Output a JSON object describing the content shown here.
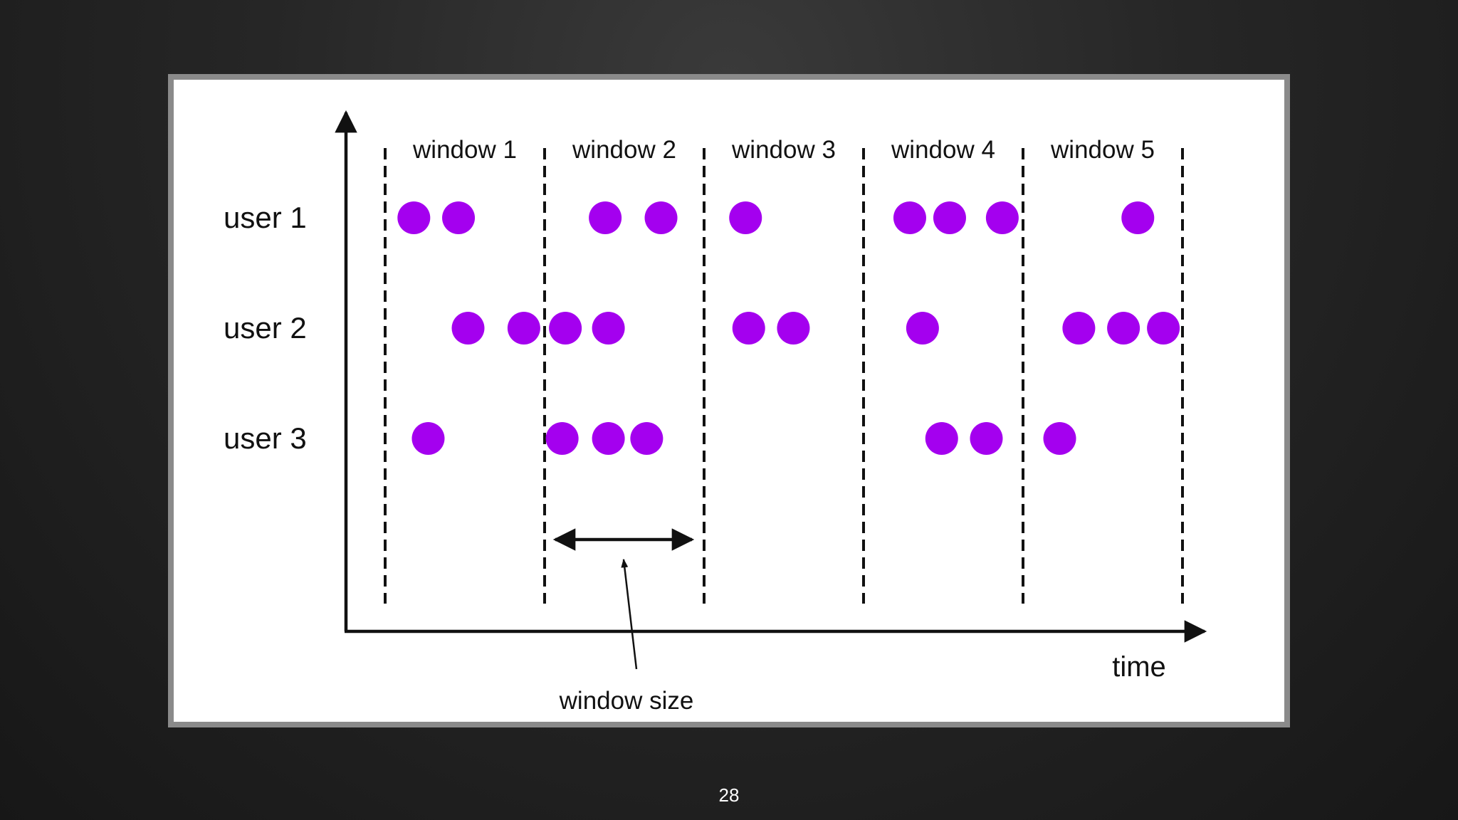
{
  "diagram": {
    "window_labels": [
      "window 1",
      "window 2",
      "window 3",
      "window 4",
      "window 5"
    ],
    "users": [
      {
        "label": "user 1",
        "events": [
          0.18,
          0.46,
          1.38,
          1.73,
          2.26,
          3.29,
          3.54,
          3.87,
          4.72
        ]
      },
      {
        "label": "user 2",
        "events": [
          0.52,
          0.87,
          1.13,
          1.4,
          2.28,
          2.56,
          3.37,
          4.35,
          4.63,
          4.88
        ]
      },
      {
        "label": "user 3",
        "events": [
          0.27,
          1.11,
          1.4,
          1.64,
          3.49,
          3.77,
          4.23
        ]
      }
    ],
    "x_axis_label": "time",
    "annotation_label": "window size",
    "event_color": "#a400ef"
  },
  "slide": {
    "page_number": "28"
  }
}
